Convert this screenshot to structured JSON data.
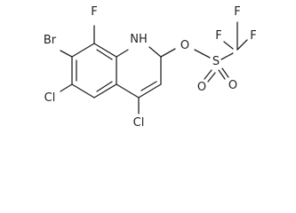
{
  "colors": {
    "background": "#ffffff",
    "ink": "#222222"
  },
  "molecule": {
    "atoms": {
      "Br": "Br",
      "F_top": "F",
      "NH": "NH",
      "O_ether": "O",
      "S": "S",
      "O_s1": "O",
      "O_s2": "O",
      "F_cf3_top": "F",
      "F_cf3_left": "F",
      "F_cf3_right": "F",
      "Cl_left": "Cl",
      "Cl_bottom": "Cl"
    }
  }
}
